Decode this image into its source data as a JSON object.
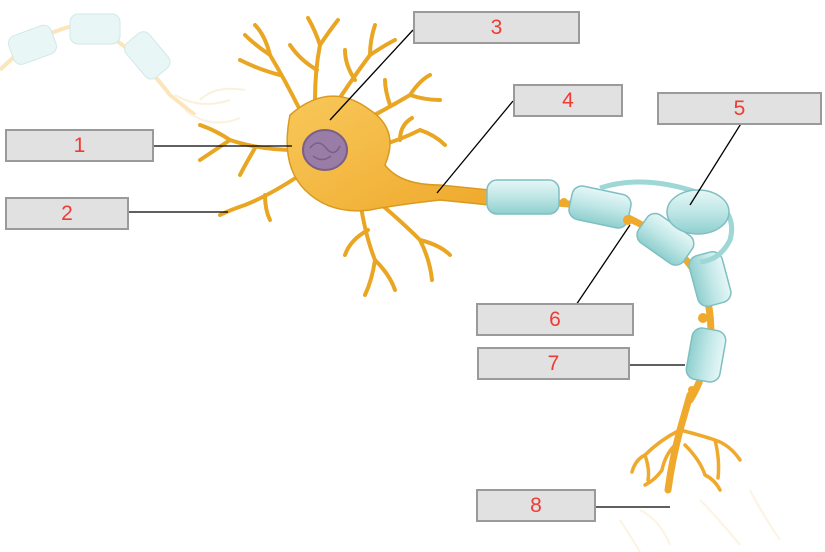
{
  "diagram": {
    "labels": [
      {
        "id": 1,
        "text": "1"
      },
      {
        "id": 2,
        "text": "2"
      },
      {
        "id": 3,
        "text": "3"
      },
      {
        "id": 4,
        "text": "4"
      },
      {
        "id": 5,
        "text": "5"
      },
      {
        "id": 6,
        "text": "6"
      },
      {
        "id": 7,
        "text": "7"
      },
      {
        "id": 8,
        "text": "8"
      }
    ],
    "colors": {
      "neuron_body": "#f4b73c",
      "neuron_outline": "#d99a1f",
      "nucleus": "#9a7da6",
      "nucleus_outline": "#7b5f88",
      "myelin_sheath": "#bfe6e6",
      "myelin_outline": "#7fbfc0",
      "label_text": "#ee3b33",
      "label_fill": "#e1e1e1",
      "label_border": "#9a9a9a",
      "leader_line": "#000000"
    }
  }
}
